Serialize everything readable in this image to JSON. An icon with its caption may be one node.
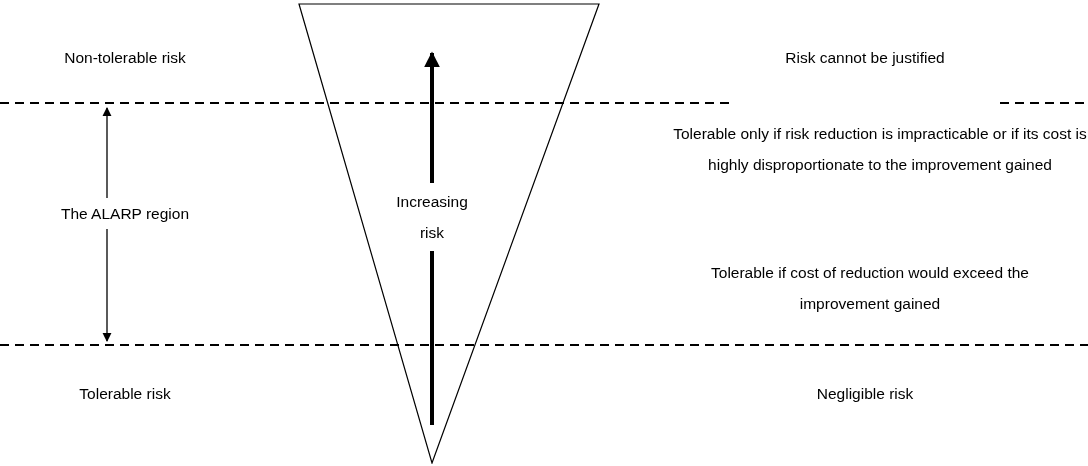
{
  "diagram": {
    "nodes": [
      {
        "text": [
          "Increasing risk"
        ]
      }
    ],
    "labels": [
      "Non-tolerable risk",
      "Risk cannot be justified",
      "The ALARP region",
      "Tolerable only if risk reduction is impracticable or if its cost is highly disproportionate to the improvement gained",
      "Tolerable if cost of reduction would exceed the improvement gained",
      "Tolerable risk",
      "Negligible risk"
    ]
  }
}
